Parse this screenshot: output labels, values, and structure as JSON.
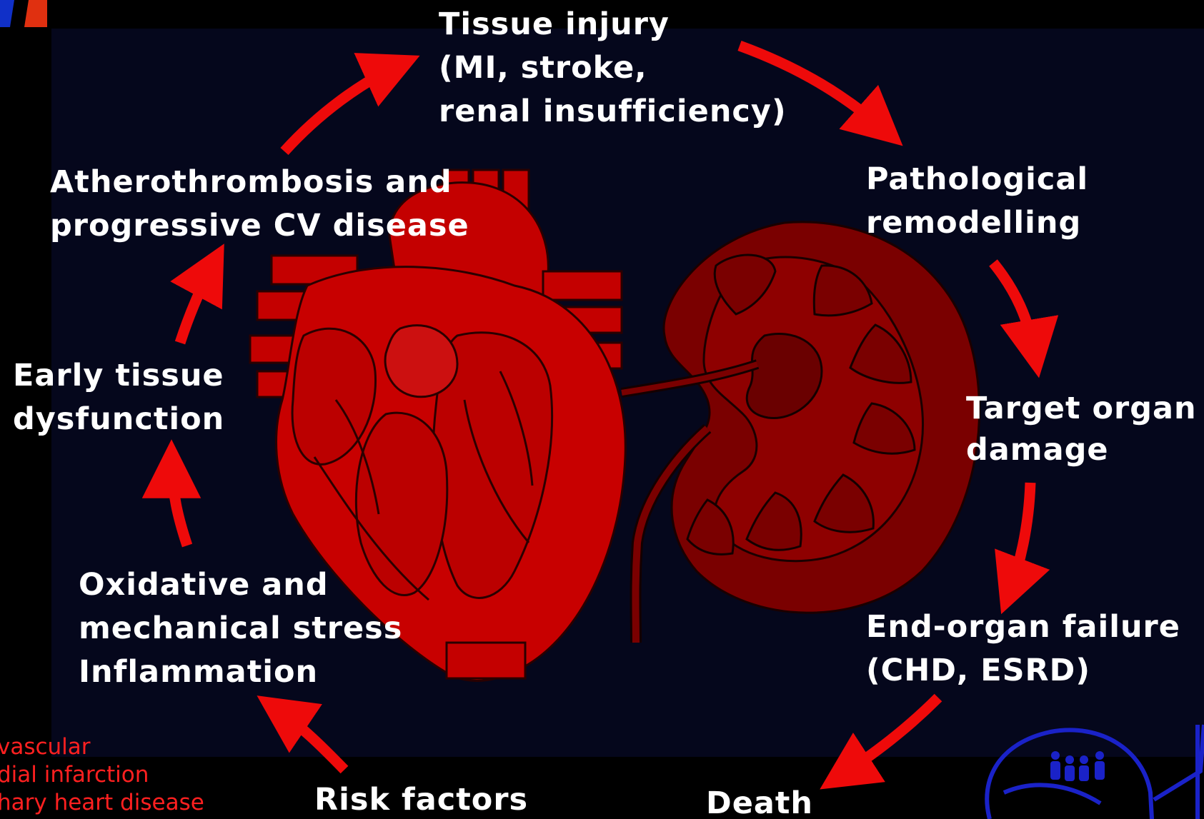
{
  "nodes": {
    "tissue_injury": [
      "Tissue injury",
      "(MI, stroke,",
      "renal insufficiency)"
    ],
    "pathological_remodelling": [
      "Pathological",
      "remodelling"
    ],
    "target_organ_damage": [
      "Target organ",
      "damage"
    ],
    "end_organ_failure": [
      "End-organ failure",
      "(CHD, ESRD)"
    ],
    "death": [
      "Death"
    ],
    "risk_factors": [
      "Risk factors"
    ],
    "oxidative_stress": [
      "Oxidative and",
      "mechanical stress",
      "Inflammation"
    ],
    "early_tissue_dysfunction": [
      "Early tissue",
      "dysfunction"
    ],
    "atherothrombosis": [
      "Atherothrombosis and",
      "progressive CV disease"
    ]
  },
  "legend_fragments": [
    "vascular",
    "dial infarction",
    "hary heart disease"
  ],
  "colors": {
    "background": "#05071c",
    "arrow": "#ee0a0a",
    "heart": "#c40000",
    "kidney": "#7a0000",
    "text": "#ffffff",
    "legend_text": "#ff2020",
    "logo": "#1a22c8"
  },
  "icons": {
    "arrows": "curved-arrow-icon",
    "heart": "heart-anatomy-icon",
    "kidney": "kidney-cross-section-icon",
    "logo": "family-globe-logo-icon"
  }
}
